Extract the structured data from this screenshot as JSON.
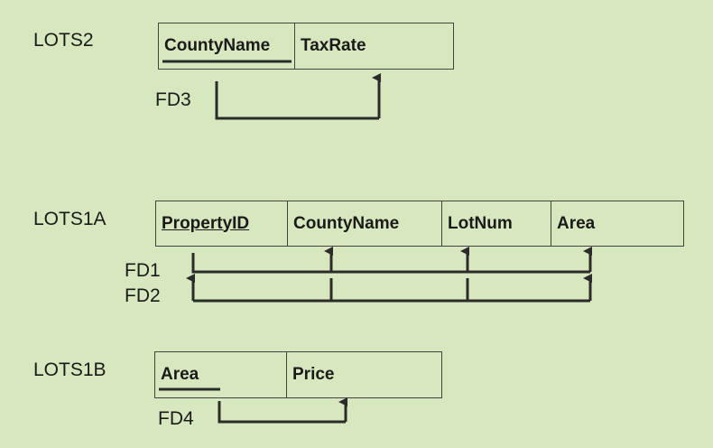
{
  "lots2": {
    "name": "LOTS2",
    "columns": [
      "CountyName",
      "TaxRate"
    ],
    "fd": "FD3"
  },
  "lots1a": {
    "name": "LOTS1A",
    "columns": [
      "PropertyID",
      "CountyName",
      "LotNum",
      "Area"
    ],
    "fd1": "FD1",
    "fd2": "FD2"
  },
  "lots1b": {
    "name": "LOTS1B",
    "columns": [
      "Area",
      "Price"
    ],
    "fd": "FD4"
  },
  "colors": {
    "background": "#d7e8be",
    "line": "#2b2b2b"
  }
}
